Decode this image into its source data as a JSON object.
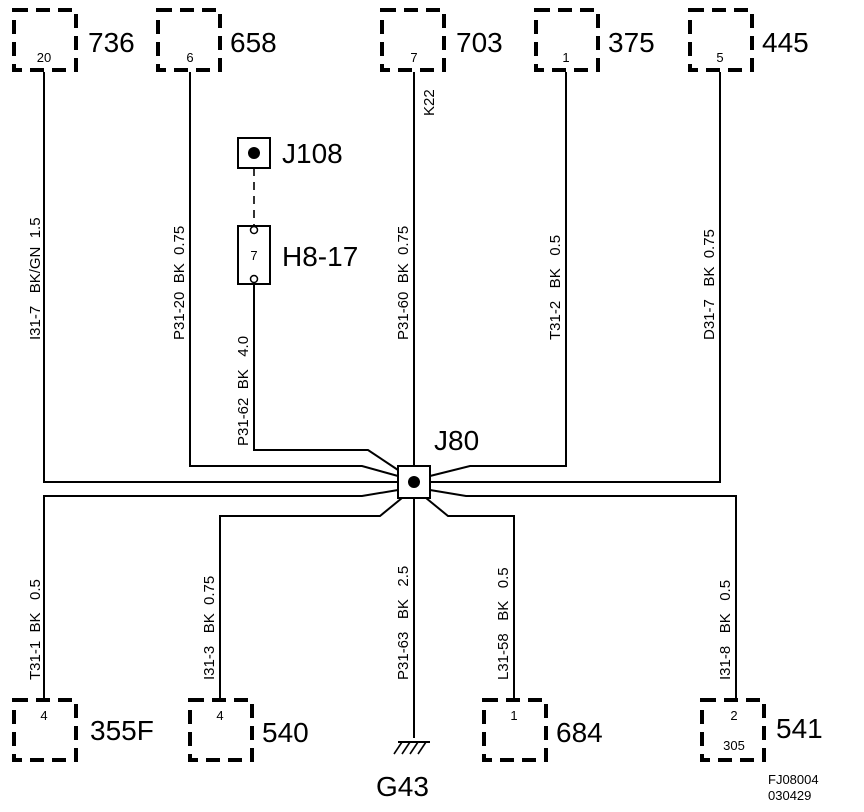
{
  "top_connectors": [
    {
      "pin": "20",
      "id": "736"
    },
    {
      "pin": "6",
      "id": "658"
    },
    {
      "pin": "7",
      "id": "703"
    },
    {
      "pin": "1",
      "id": "375"
    },
    {
      "pin": "5",
      "id": "445"
    }
  ],
  "bottom_connectors": [
    {
      "pin": "4",
      "id": "355F"
    },
    {
      "pin": "4",
      "id": "540"
    },
    {
      "pin": "1",
      "id": "684"
    },
    {
      "pin": "2",
      "pin2": "305",
      "id": "541"
    }
  ],
  "ground": "G43",
  "splice": "J80",
  "test_point": "J108",
  "fuse": {
    "pin": "7",
    "id": "H8-17"
  },
  "wire_labels": [
    "I31-7   BK/GN  1.5",
    "P31-20  BK  0.75",
    "K22",
    "P31-60  BK  0.75",
    "T31-2   BK   0.5",
    "D31-7   BK  0.75",
    "P31-62  BK   4.0",
    "T31-1  BK   0.5",
    "I31-3   BK  0.75",
    "P31-63   BK   2.5",
    "L31-58   BK   0.5",
    "I31-8   BK   0.5"
  ],
  "footer": {
    "code": "FJ08004",
    "date": "030429"
  }
}
